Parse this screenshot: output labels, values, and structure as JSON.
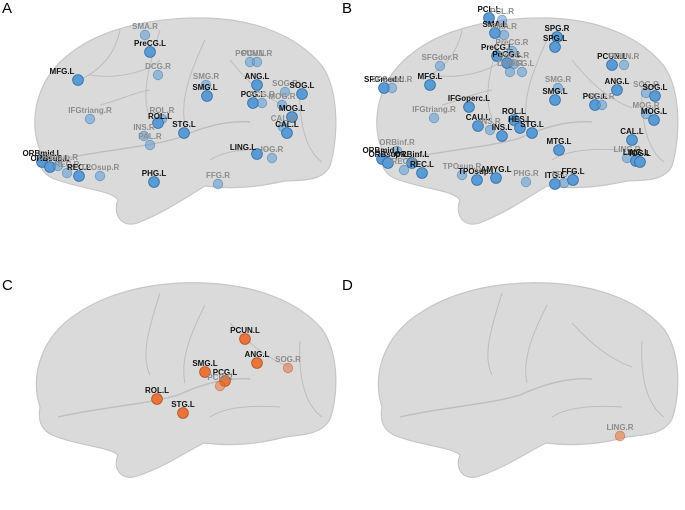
{
  "colors": {
    "brain_fill": "#d9d9d9",
    "brain_stroke": "#c4c4c4",
    "sulcus": "#bdbdbd",
    "node_blue": "#5b9bd5",
    "node_blue_dark": "#2e6da4",
    "node_orange": "#e8743b",
    "node_orange_dark": "#b5501e",
    "label_front": "#111111",
    "label_back": "#8c8c8c"
  },
  "panels": [
    {
      "letter": "A",
      "node_color": "blue",
      "nodes": [
        {
          "label": "SMA.R",
          "back": true
        },
        {
          "label": "PreCG.L",
          "back": false
        },
        {
          "label": "DCG.R",
          "back": true
        },
        {
          "label": "MFG.L",
          "back": false
        },
        {
          "label": "PCUN.L",
          "back": true
        },
        {
          "label": "PCUN.R",
          "back": true
        },
        {
          "label": "SMG.R",
          "back": true
        },
        {
          "label": "ANG.L",
          "back": false
        },
        {
          "label": "SOG.R",
          "back": true
        },
        {
          "label": "SOG.L",
          "back": false
        },
        {
          "label": "SMG.L",
          "back": false
        },
        {
          "label": "PCG.L",
          "back": false
        },
        {
          "label": "PCG.R",
          "back": true
        },
        {
          "label": "MOG.R",
          "back": true
        },
        {
          "label": "MOG.L",
          "back": false
        },
        {
          "label": "IFGtriang.R",
          "back": true
        },
        {
          "label": "ROL.R",
          "back": true
        },
        {
          "label": "ROL.L",
          "back": false
        },
        {
          "label": "STG.L",
          "back": false
        },
        {
          "label": "CAL.R",
          "back": true
        },
        {
          "label": "CAL.L",
          "back": false
        },
        {
          "label": "INS.R",
          "back": true
        },
        {
          "label": "PAL.R",
          "back": true
        },
        {
          "label": "LING.L",
          "back": false
        },
        {
          "label": "IOG.R",
          "back": true
        },
        {
          "label": "ORBmid.L",
          "back": false
        },
        {
          "label": "ORBsup.L",
          "back": false
        },
        {
          "label": "ORBsup.R",
          "back": true
        },
        {
          "label": "REC.R",
          "back": true
        },
        {
          "label": "REC.L",
          "back": false
        },
        {
          "label": "TPOsup.R",
          "back": true
        },
        {
          "label": "PHG.L",
          "back": false
        },
        {
          "label": "FFG.R",
          "back": true
        }
      ]
    },
    {
      "letter": "B",
      "node_color": "blue",
      "nodes": [
        {
          "label": "PCL.L",
          "back": false
        },
        {
          "label": "PCL.R",
          "back": true
        },
        {
          "label": "SMA.L",
          "back": false
        },
        {
          "label": "SMA.R",
          "back": true
        },
        {
          "label": "SPG.R",
          "back": false
        },
        {
          "label": "SPG.L",
          "back": false
        },
        {
          "label": "PreCG.L",
          "back": false
        },
        {
          "label": "PreCG.R",
          "back": true
        },
        {
          "label": "PoCG.L",
          "back": false
        },
        {
          "label": "PoCG.R",
          "back": true
        },
        {
          "label": "SFGdor.R",
          "back": true
        },
        {
          "label": "DCG.R",
          "back": true
        },
        {
          "label": "DCG.L",
          "back": true
        },
        {
          "label": "PCUN.L",
          "back": false
        },
        {
          "label": "PCUN.R",
          "back": true
        },
        {
          "label": "SFGmed.L",
          "back": false
        },
        {
          "label": "SFGmed.R",
          "back": true
        },
        {
          "label": "MFG.L",
          "back": false
        },
        {
          "label": "SMG.R",
          "back": true
        },
        {
          "label": "ANG.L",
          "back": false
        },
        {
          "label": "SOG.R",
          "back": true
        },
        {
          "label": "SOG.L",
          "back": false
        },
        {
          "label": "SMG.L",
          "back": false
        },
        {
          "label": "PCG.L",
          "back": false
        },
        {
          "label": "PCG.R",
          "back": true
        },
        {
          "label": "IFGoperc.L",
          "back": false
        },
        {
          "label": "IFGtriang.R",
          "back": true
        },
        {
          "label": "ROL.L",
          "back": false
        },
        {
          "label": "HES.L",
          "back": false
        },
        {
          "label": "STG.L",
          "back": false
        },
        {
          "label": "MOG.R",
          "back": true
        },
        {
          "label": "MOG.L",
          "back": false
        },
        {
          "label": "CAU.L",
          "back": false
        },
        {
          "label": "INS.R",
          "back": true
        },
        {
          "label": "INS.L",
          "back": false
        },
        {
          "label": "CAL.L",
          "back": false
        },
        {
          "label": "ORBinf.R",
          "back": true
        },
        {
          "label": "ORBmid.L",
          "back": false
        },
        {
          "label": "ORBsup.L",
          "back": false
        },
        {
          "label": "ORBinf.L",
          "back": false
        },
        {
          "label": "REC.R",
          "back": true
        },
        {
          "label": "REC.L",
          "back": false
        },
        {
          "label": "MTG.L",
          "back": false
        },
        {
          "label": "LING.R",
          "back": true
        },
        {
          "label": "LING.L",
          "back": false
        },
        {
          "label": "IOG.L",
          "back": false
        },
        {
          "label": "TPOsup.R",
          "back": true
        },
        {
          "label": "TPOsup.L",
          "back": false
        },
        {
          "label": "AMYG.L",
          "back": false
        },
        {
          "label": "PHG.R",
          "back": true
        },
        {
          "label": "ITG.L",
          "back": false
        },
        {
          "label": "FFG.R",
          "back": true
        },
        {
          "label": "FFG.L",
          "back": false
        }
      ]
    },
    {
      "letter": "C",
      "node_color": "orange",
      "nodes": [
        {
          "label": "PCUN.L",
          "back": false
        },
        {
          "label": "ANG.L",
          "back": false
        },
        {
          "label": "SOG.R",
          "back": true
        },
        {
          "label": "SMG.L",
          "back": false
        },
        {
          "label": "PCG.L",
          "back": false
        },
        {
          "label": "PCG.R",
          "back": true
        },
        {
          "label": "ROL.L",
          "back": false
        },
        {
          "label": "STG.L",
          "back": false
        }
      ]
    },
    {
      "letter": "D",
      "node_color": "orange",
      "nodes": [
        {
          "label": "LING.R",
          "back": true
        }
      ]
    }
  ]
}
